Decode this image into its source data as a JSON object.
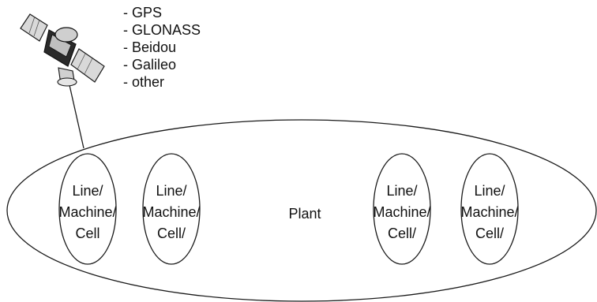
{
  "satellite": {
    "systems": [
      "- GPS",
      "- GLONASS",
      "- Beidou",
      "- Galileo",
      "- other"
    ]
  },
  "plant": {
    "label": "Plant",
    "units": [
      {
        "lines": [
          "Line/",
          "Machine/",
          "Cell"
        ]
      },
      {
        "lines": [
          "Line/",
          "Machine/",
          "Cell/"
        ]
      },
      {
        "lines": [
          "Line/",
          "Machine/",
          "Cell/"
        ]
      },
      {
        "lines": [
          "Line/",
          "Machine/",
          "Cell/"
        ]
      }
    ]
  }
}
